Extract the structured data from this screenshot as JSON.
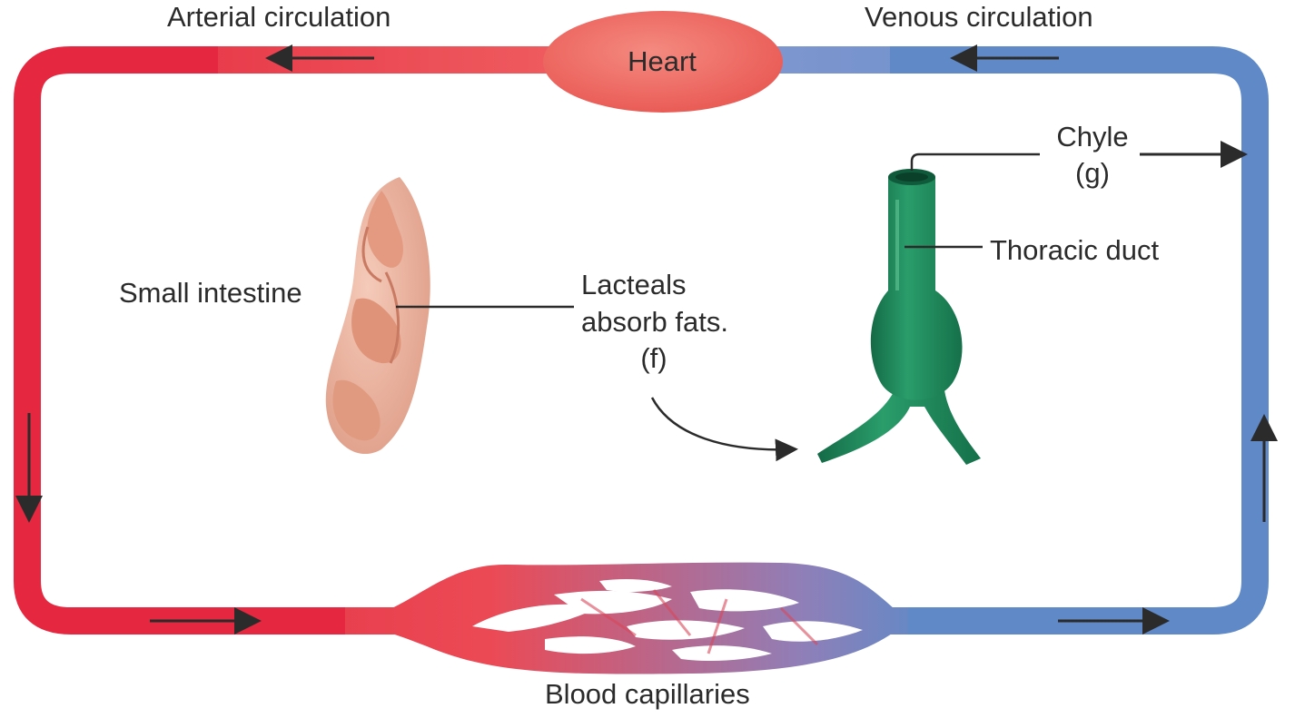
{
  "labels": {
    "arterial": "Arterial circulation",
    "venous": "Venous circulation",
    "heart": "Heart",
    "chyle": "Chyle",
    "chyle_tag": "(g)",
    "thoracic_duct": "Thoracic duct",
    "small_intestine": "Small intestine",
    "lacteals_line1": "Lacteals",
    "lacteals_line2": "absorb fats.",
    "lacteals_tag": "(f)",
    "blood_capillaries": "Blood capillaries"
  },
  "colors": {
    "arterial": "#e5283f",
    "venous": "#5f8ac7",
    "heart_fill": "#ee6a63",
    "duct_green": "#1f8a5c",
    "intestine": "#e6a48c",
    "arrow": "#2b2b2b",
    "text": "#2b2b2b"
  }
}
